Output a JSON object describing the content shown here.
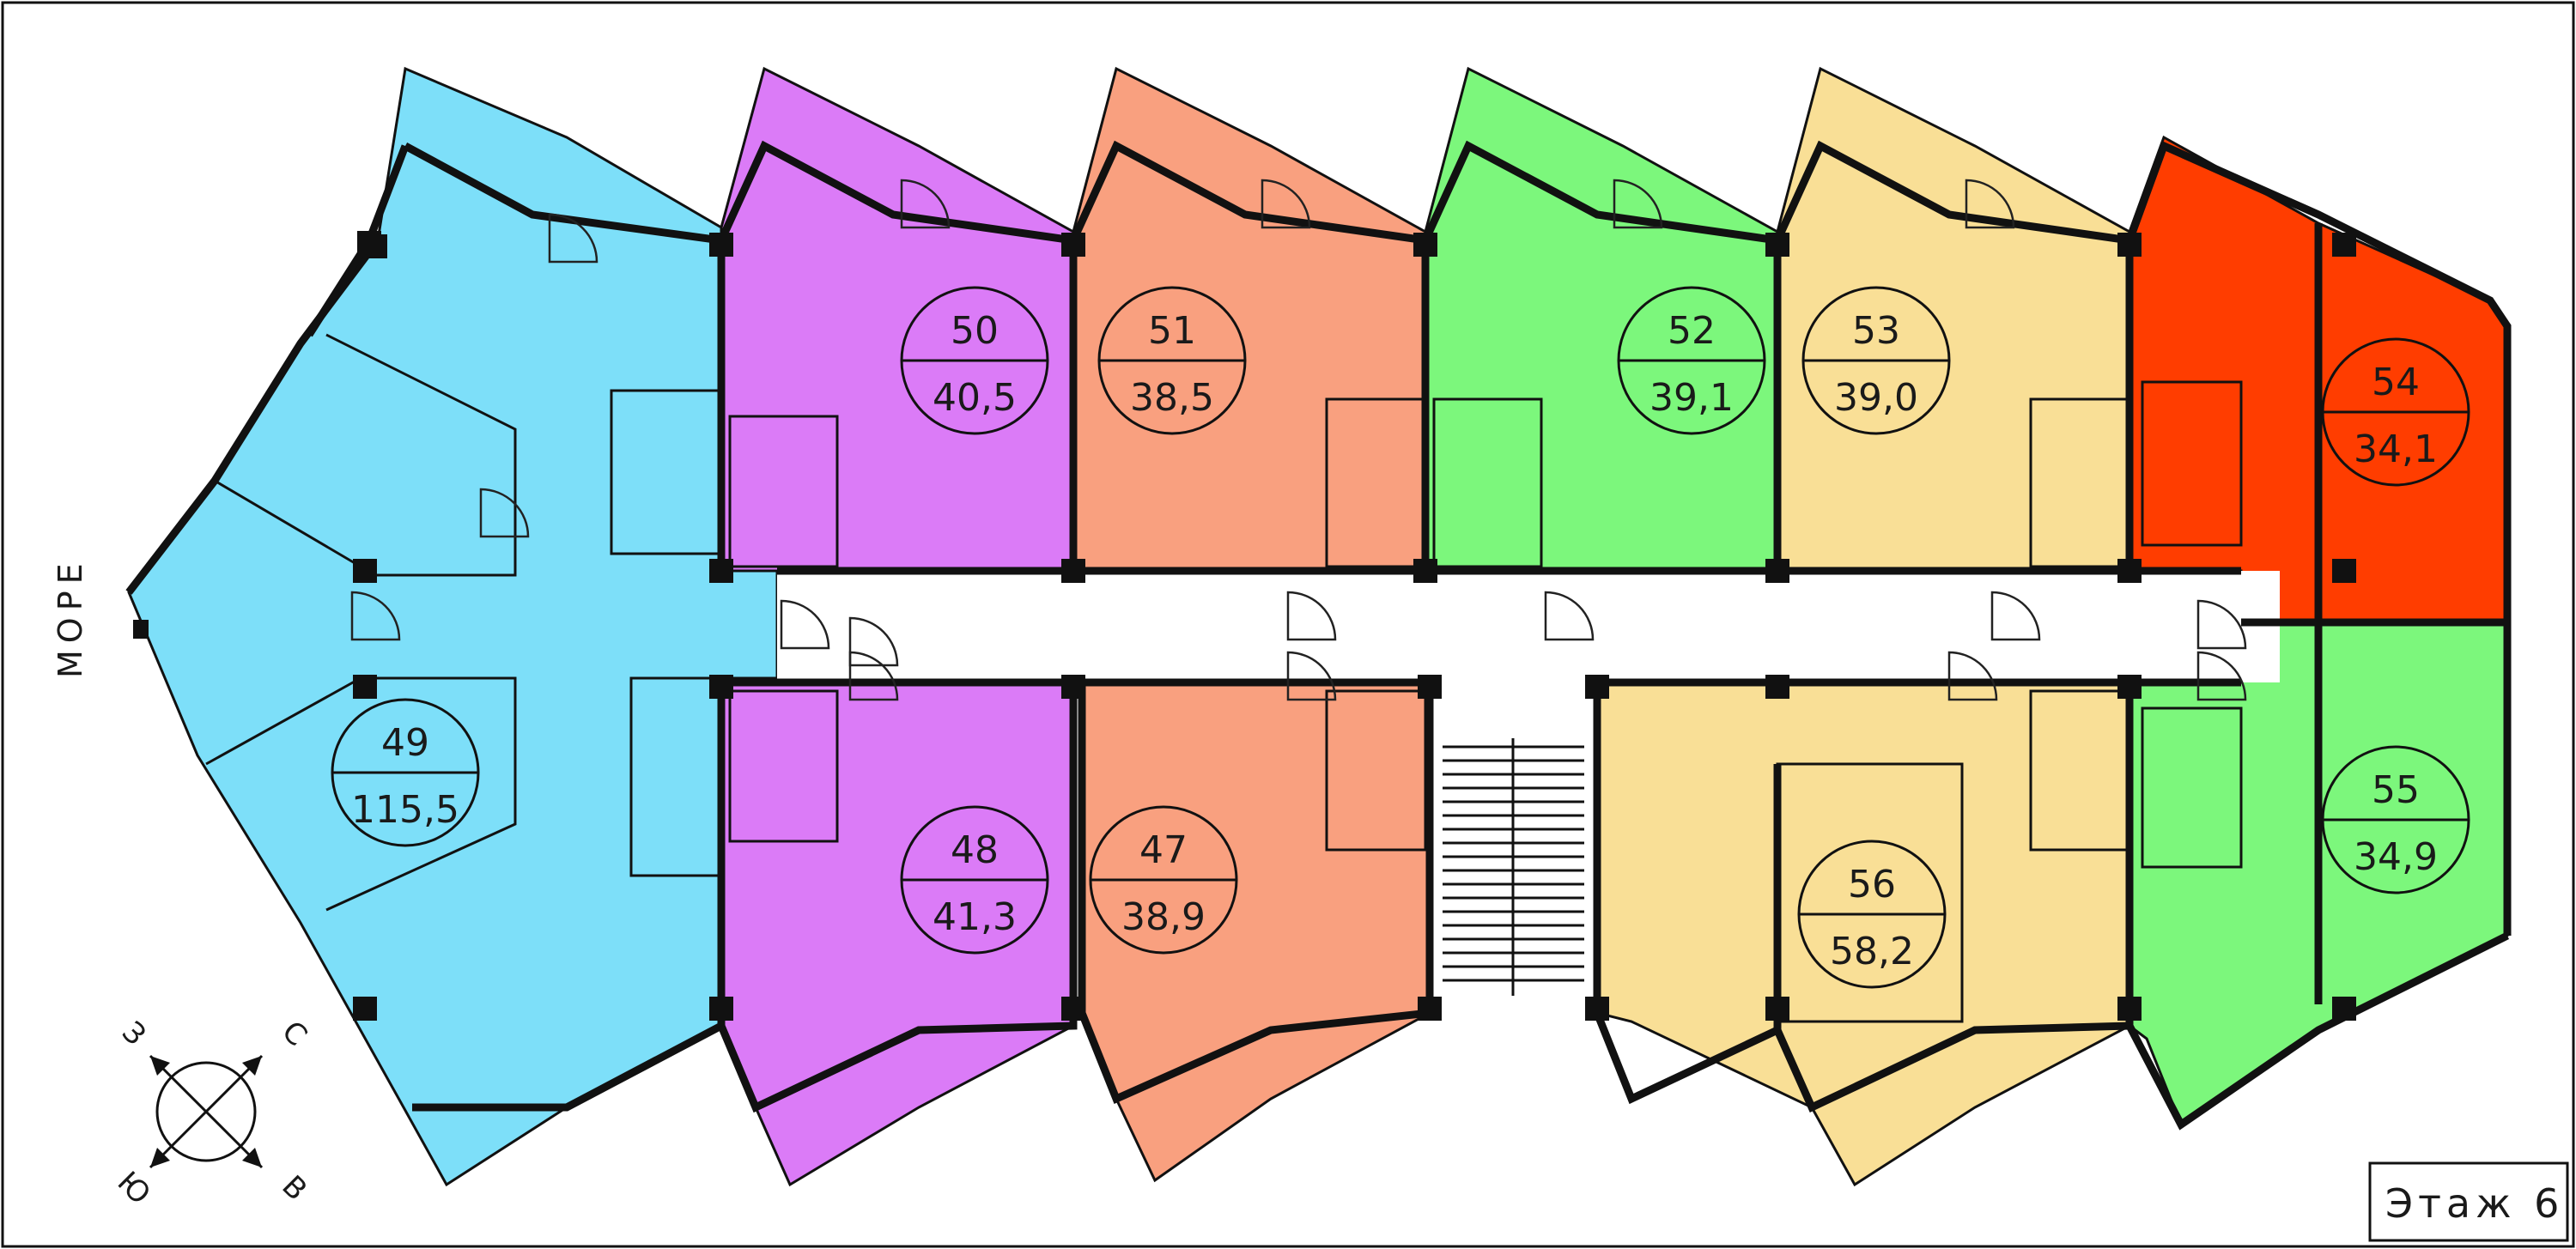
{
  "floor_label": "Этаж 6",
  "sea_label": "МОРЕ",
  "compass": {
    "west": "З",
    "north": "С",
    "south": "Ю",
    "east": "В"
  },
  "colors": {
    "blue": "#7ddff9",
    "purple": "#db7bf7",
    "salmon": "#f9a07f",
    "green": "#7cf77c",
    "yellow": "#f9df96",
    "red": "#ff3d00",
    "corridor": "#ffffff"
  },
  "apartments": [
    {
      "number": "49",
      "area": "115,5",
      "color": "blue"
    },
    {
      "number": "50",
      "area": "40,5",
      "color": "purple"
    },
    {
      "number": "51",
      "area": "38,5",
      "color": "salmon"
    },
    {
      "number": "52",
      "area": "39,1",
      "color": "green"
    },
    {
      "number": "53",
      "area": "39,0",
      "color": "yellow"
    },
    {
      "number": "54",
      "area": "34,1",
      "color": "red"
    },
    {
      "number": "48",
      "area": "41,3",
      "color": "purple"
    },
    {
      "number": "47",
      "area": "38,9",
      "color": "salmon"
    },
    {
      "number": "56",
      "area": "58,2",
      "color": "yellow"
    },
    {
      "number": "55",
      "area": "34,9",
      "color": "green"
    }
  ]
}
